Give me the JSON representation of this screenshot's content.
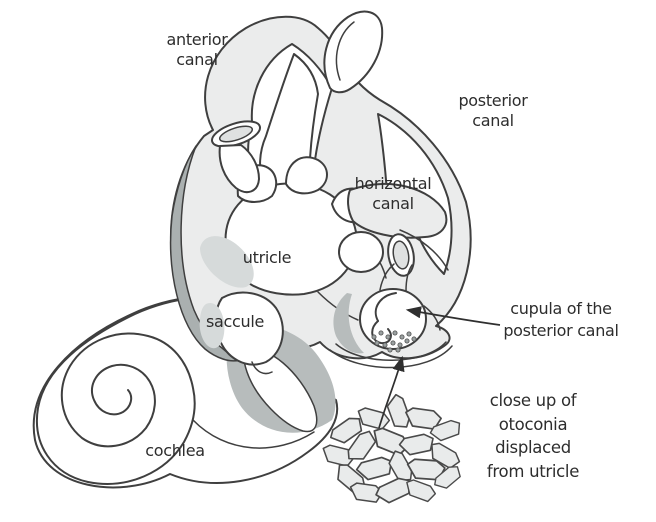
{
  "figure": {
    "labels": {
      "anterior_canal": {
        "line1": "anterior",
        "line2": "canal"
      },
      "posterior_canal": {
        "line1": "posterior",
        "line2": "canal"
      },
      "horizontal_canal": {
        "line1": "horizontal",
        "line2": "canal"
      },
      "utricle": "utricle",
      "saccule": "saccule",
      "cochlea": "cochlea",
      "cupula": {
        "line1": "cupula of the",
        "line2": "posterior canal"
      },
      "otoconia_note": {
        "line1": "close up of",
        "line2": "otoconia",
        "line3": "displaced",
        "line4": "from utricle"
      }
    }
  },
  "colors": {
    "outline": "#3f3f3f",
    "canal_fill": "#ebecec",
    "fluid_gray": "#b7bcbc",
    "macula_gray": "#d6dada",
    "wall_band_gray": "#aab0b0",
    "tube_inner_gray": "#dfe1e1",
    "crystal_fill": "#e9ebeb",
    "otoconia_dot": "#9aa0a0",
    "text": "#2d2d2d",
    "background": "#ffffff"
  }
}
